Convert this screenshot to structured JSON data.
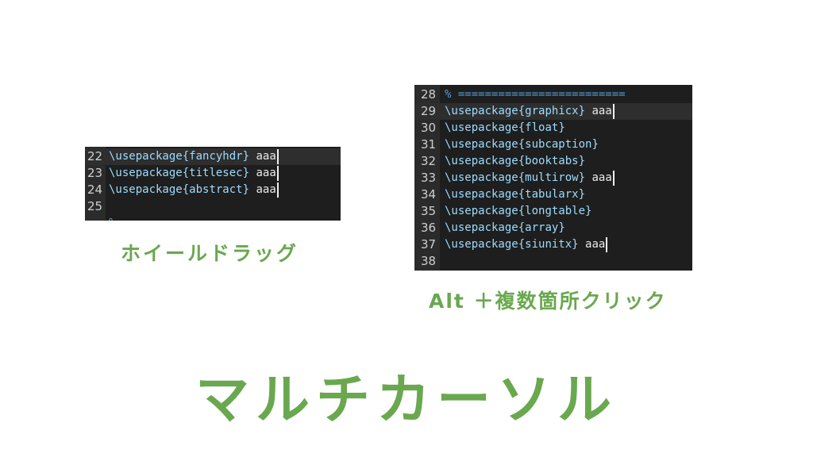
{
  "colors": {
    "accent_green": "#6aa84f",
    "editor_bg": "#1e1e1e",
    "gutter_bg": "#2b2b2b",
    "keyword_blue": "#9cdcfe",
    "comment_blue": "#569cd6",
    "plain_text": "#e8e8e8"
  },
  "title": "マルチカーソル",
  "editor_wheel": {
    "caption": "ホイールドラッグ",
    "lines": [
      {
        "num": "22",
        "command": "\\usepackage",
        "arg": "fancyhdr",
        "suffix": " aaa",
        "cursor": true,
        "current": true
      },
      {
        "num": "23",
        "command": "\\usepackage",
        "arg": "titlesec",
        "suffix": " aaa",
        "cursor": true,
        "current": false
      },
      {
        "num": "24",
        "command": "\\usepackage",
        "arg": "abstract",
        "suffix": " aaa",
        "cursor": true,
        "current": false
      },
      {
        "num": "25",
        "command": "",
        "arg": "",
        "suffix": "",
        "cursor": false,
        "current": false
      }
    ],
    "partial_line": "%"
  },
  "editor_alt": {
    "caption": "Alt ＋複数箇所クリック",
    "comment_line": {
      "num": "28",
      "text": "% ========================="
    },
    "lines": [
      {
        "num": "29",
        "command": "\\usepackage",
        "arg": "graphicx",
        "suffix": " aaa",
        "cursor": true,
        "current": true
      },
      {
        "num": "30",
        "command": "\\usepackage",
        "arg": "float",
        "suffix": "",
        "cursor": false,
        "current": false
      },
      {
        "num": "31",
        "command": "\\usepackage",
        "arg": "subcaption",
        "suffix": "",
        "cursor": false,
        "current": false
      },
      {
        "num": "32",
        "command": "\\usepackage",
        "arg": "booktabs",
        "suffix": "",
        "cursor": false,
        "current": false
      },
      {
        "num": "33",
        "command": "\\usepackage",
        "arg": "multirow",
        "suffix": " aaa",
        "cursor": true,
        "current": false
      },
      {
        "num": "34",
        "command": "\\usepackage",
        "arg": "tabularx",
        "suffix": "",
        "cursor": false,
        "current": false
      },
      {
        "num": "35",
        "command": "\\usepackage",
        "arg": "longtable",
        "suffix": "",
        "cursor": false,
        "current": false
      },
      {
        "num": "36",
        "command": "\\usepackage",
        "arg": "array",
        "suffix": "",
        "cursor": false,
        "current": false
      },
      {
        "num": "37",
        "command": "\\usepackage",
        "arg": "siunitx",
        "suffix": " aaa",
        "cursor": true,
        "current": false
      },
      {
        "num": "38",
        "command": "",
        "arg": "",
        "suffix": "",
        "cursor": false,
        "current": false
      }
    ]
  }
}
